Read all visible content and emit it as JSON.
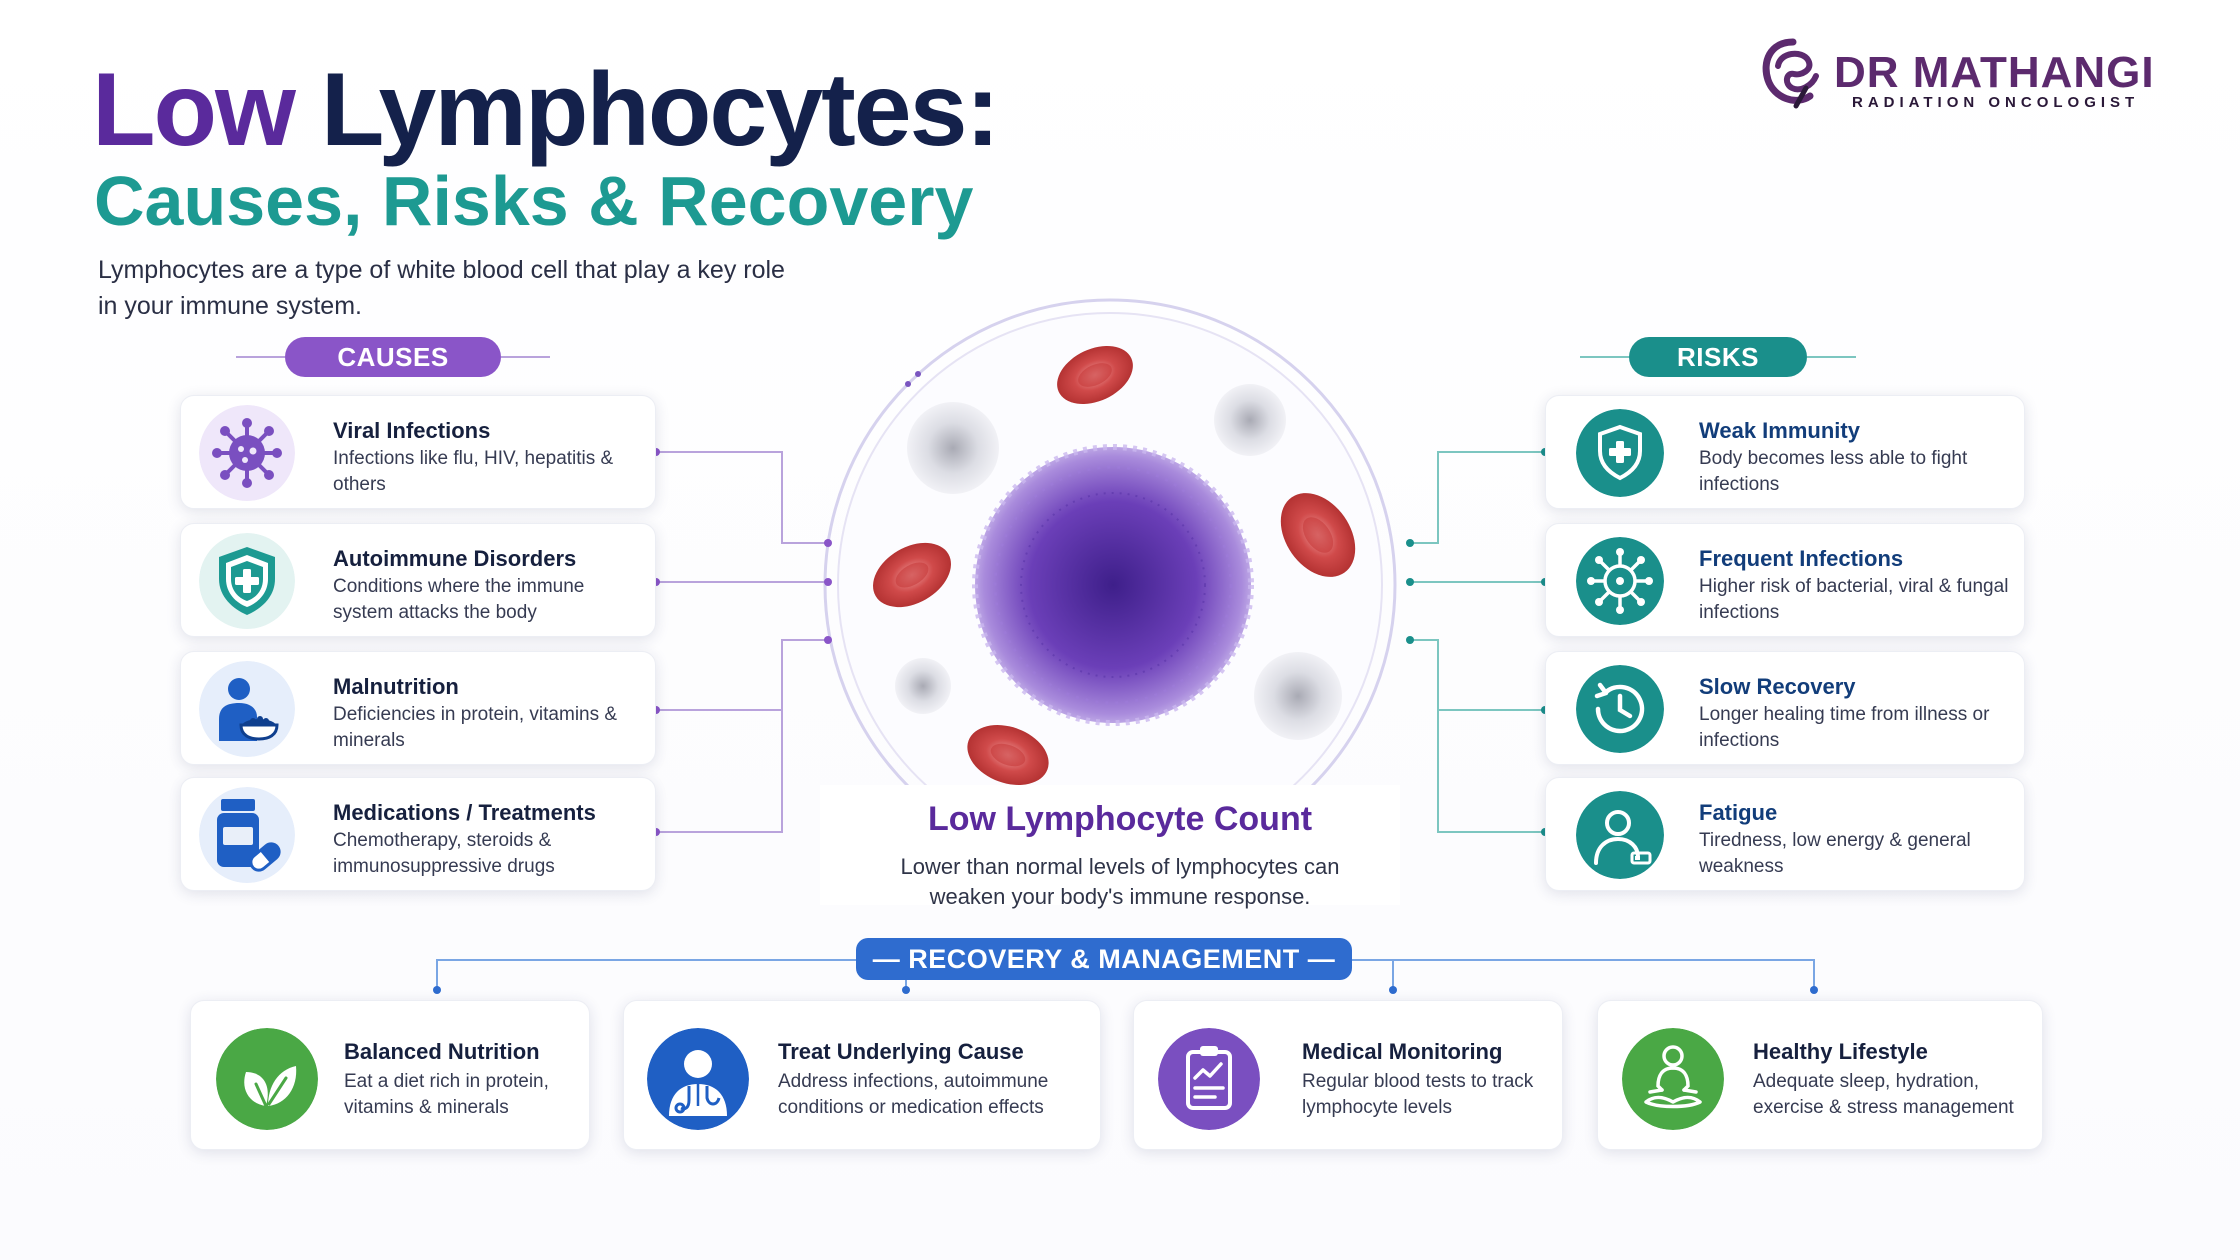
{
  "header": {
    "title_low": "Low",
    "title_rest": "Lymphocytes:",
    "subtitle": "Causes, Risks & Recovery",
    "intro": "Lymphocytes are a type of white blood cell that play a key role in your immune system."
  },
  "logo": {
    "name": "DR MATHANGI",
    "tagline": "RADIATION ONCOLOGIST"
  },
  "causes": {
    "label": "CAUSES",
    "items": [
      {
        "title": "Viral Infections",
        "desc": "Infections like flu, HIV, hepatitis & others",
        "icon": "virus-icon"
      },
      {
        "title": "Autoimmune Disorders",
        "desc": "Conditions where the immune system attacks the body",
        "icon": "shield-cross-icon"
      },
      {
        "title": "Malnutrition",
        "desc": "Deficiencies in protein, vitamins & minerals",
        "icon": "person-food-icon"
      },
      {
        "title": "Medications / Treatments",
        "desc": "Chemotherapy, steroids & immunosuppressive drugs",
        "icon": "medicine-bottle-icon"
      }
    ]
  },
  "risks": {
    "label": "RISKS",
    "items": [
      {
        "title": "Weak Immunity",
        "desc": "Body becomes less able to fight infections",
        "icon": "shield-plus-icon"
      },
      {
        "title": "Frequent Infections",
        "desc": "Higher risk of bacterial, viral & fungal infections",
        "icon": "germ-icon"
      },
      {
        "title": "Slow Recovery",
        "desc": "Longer healing time from illness or infections",
        "icon": "clock-history-icon"
      },
      {
        "title": "Fatigue",
        "desc": "Tiredness, low energy & general weakness",
        "icon": "tired-person-icon"
      }
    ]
  },
  "center": {
    "title": "Low Lymphocyte Count",
    "desc": "Lower than normal levels of lymphocytes can weaken your body's immune response."
  },
  "recovery": {
    "label": "— RECOVERY & MANAGEMENT —",
    "items": [
      {
        "title": "Balanced Nutrition",
        "desc": "Eat a diet rich in protein, vitamins & minerals",
        "icon": "leaf-icon"
      },
      {
        "title": "Treat Underlying Cause",
        "desc": "Address infections, autoimmune conditions or medication effects",
        "icon": "doctor-icon"
      },
      {
        "title": "Medical Monitoring",
        "desc": "Regular blood tests to track lymphocyte levels",
        "icon": "clipboard-chart-icon"
      },
      {
        "title": "Healthy Lifestyle",
        "desc": "Adequate sleep, hydration, exercise & stress management",
        "icon": "meditation-icon"
      }
    ]
  },
  "colors": {
    "purple": "#5a2a9c",
    "navy": "#14214b",
    "teal": "#1d9a92",
    "causes_pill": "#8a55c8",
    "risks_pill": "#1a8f8b",
    "recovery_pill": "#2f6ccf",
    "green": "#4aa845",
    "blue": "#1f5fc4",
    "violet": "#7a4fc0"
  }
}
